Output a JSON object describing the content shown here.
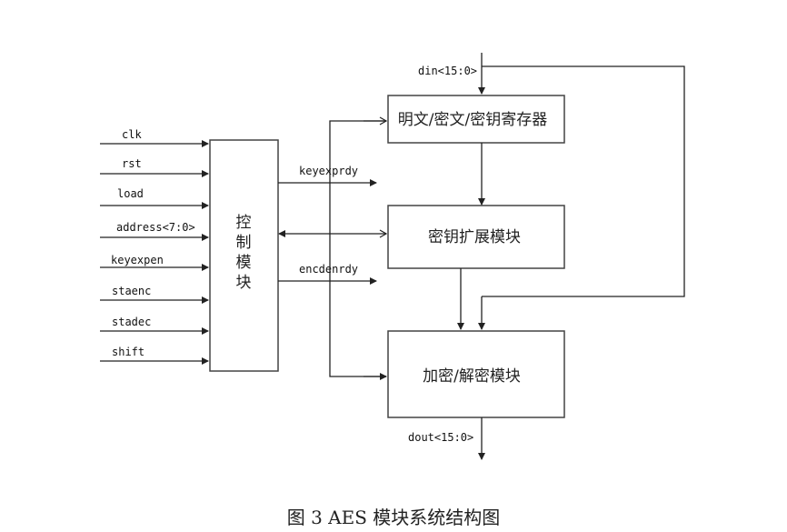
{
  "control_block": {
    "label_chars": [
      "控",
      "制",
      "模",
      "块"
    ]
  },
  "inputs": [
    "clk",
    "rst",
    "load",
    "address<7:0>",
    "keyexpen",
    "staenc",
    "stadec",
    "shift"
  ],
  "outputs": {
    "keyexprdy": "keyexprdy",
    "encdenrdy": "encdenrdy"
  },
  "blocks": {
    "register": "明文/密文/密钥寄存器",
    "key_expansion": "密钥扩展模块",
    "enc_dec": "加密/解密模块"
  },
  "ports": {
    "din": "din<15:0>",
    "dout": "dout<15:0>"
  },
  "caption": "图 3 AES 模块系统结构图"
}
